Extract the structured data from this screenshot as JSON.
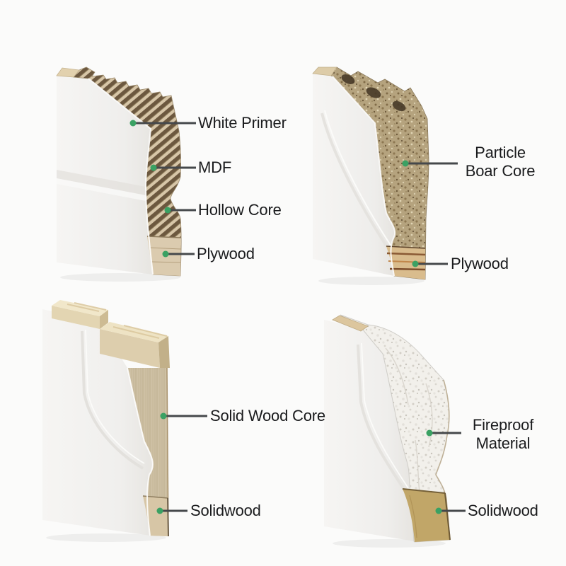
{
  "colors": {
    "background": "#fbfbfa",
    "leader_line": "#45484b",
    "marker_dot": "#3aa163",
    "label_text": "#1a1b1d",
    "corrugation_dark": "#6c583f",
    "corrugation_light": "#d7c6a8",
    "particle_board": "#b5a37e",
    "plywood": "#d9bc8d",
    "solid_wood": "#cec0a4",
    "fireproof_white": "#f2f0eb",
    "door_face_white": "#f4f3f1"
  },
  "doors": {
    "hollow_core": {
      "name": "hollow core door cross-section",
      "labels": {
        "white_primer": "White Primer",
        "mdf": "MDF",
        "hollow_core": "Hollow Core",
        "plywood": "Plywood"
      }
    },
    "particle_board": {
      "name": "particle board core door cross-section",
      "labels": {
        "core_line1": "Particle",
        "core_line2": "Boar Core",
        "plywood": "Plywood"
      }
    },
    "solid_wood": {
      "name": "solid wood core door cross-section",
      "labels": {
        "core": "Solid Wood Core",
        "edge": "Solidwood"
      }
    },
    "fireproof": {
      "name": "fireproof core door cross-section",
      "labels": {
        "core_line1": "Fireproof",
        "core_line2": "Material",
        "edge": "Solidwood"
      }
    }
  }
}
